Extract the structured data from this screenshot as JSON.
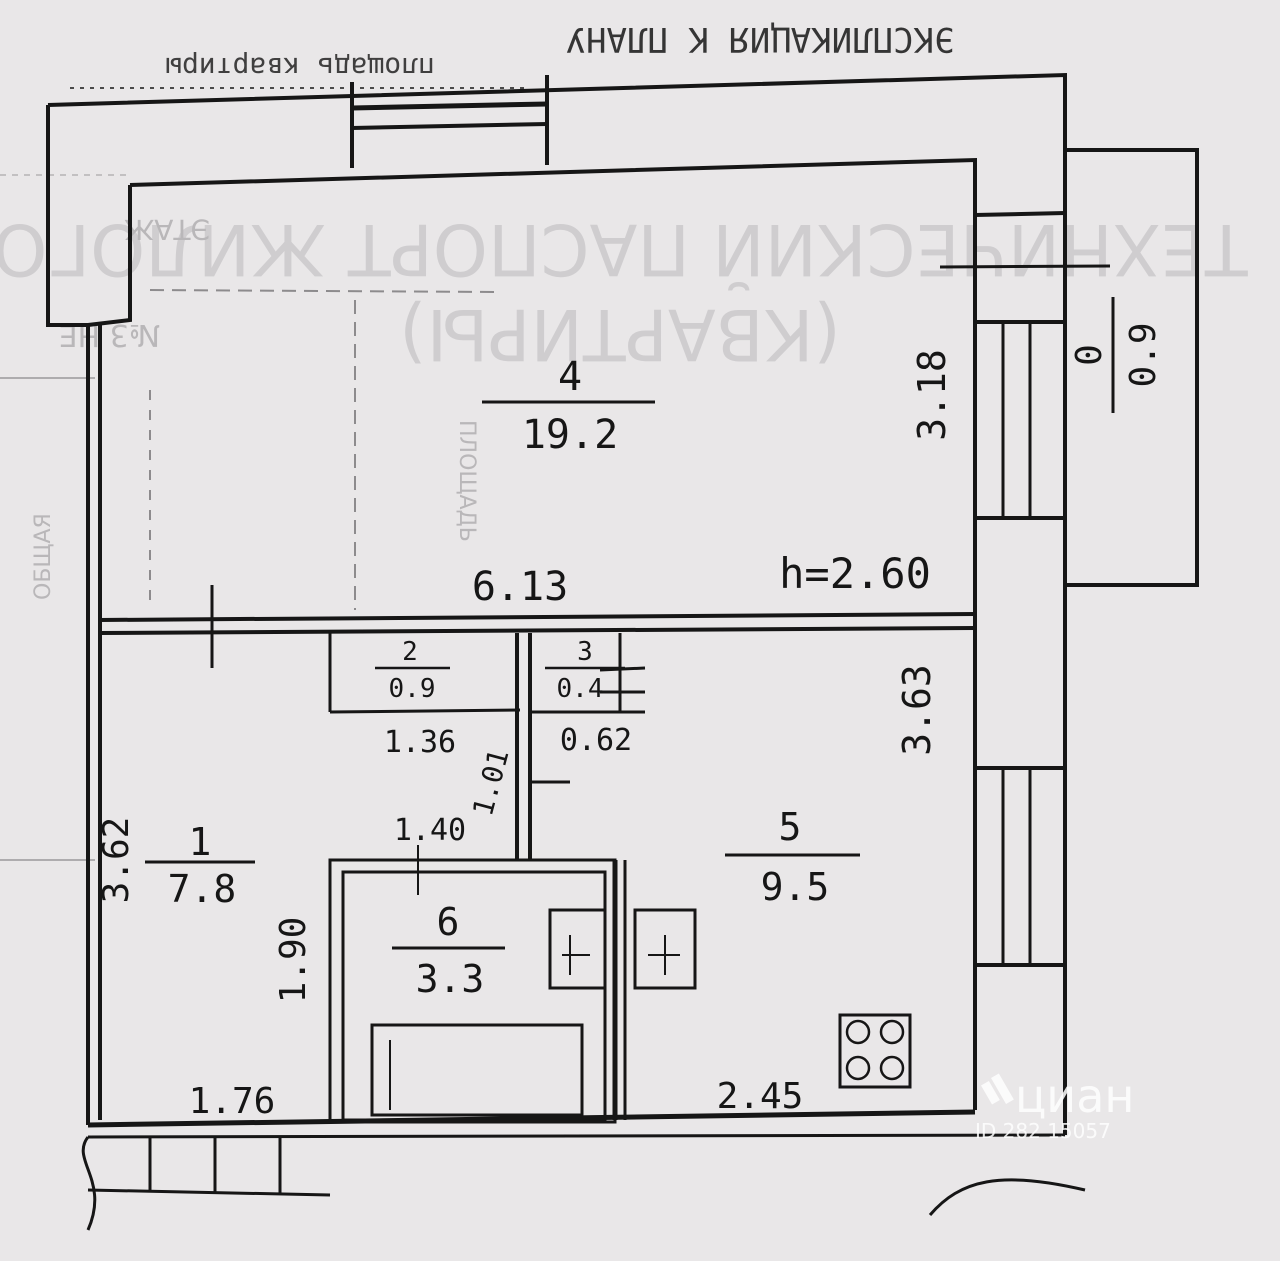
{
  "header": {
    "scrap_top": "ЭКСПЛИКАЦИЯ К ПЛАНУ",
    "scrap_top_left": "площадь квартиры"
  },
  "rooms": [
    {
      "id": "4",
      "number": "4",
      "area": "19.2"
    },
    {
      "id": "1",
      "number": "1",
      "area": "7.8"
    },
    {
      "id": "5",
      "number": "5",
      "area": "9.5"
    },
    {
      "id": "6",
      "number": "6",
      "area": "3.3"
    },
    {
      "id": "2",
      "number": "2",
      "area": "0.9"
    },
    {
      "id": "3",
      "number": "3",
      "area": "0.4"
    },
    {
      "id": "balcony",
      "number": "0",
      "area": "0.9"
    }
  ],
  "dimensions": {
    "d_613": "6.13",
    "d_318": "3.18",
    "d_363": "3.63",
    "d_362": "3.62",
    "d_190": "1.90",
    "d_176": "1.76",
    "d_245": "2.45",
    "d_136": "1.36",
    "d_062": "0.62",
    "d_140": "1.40",
    "d_101": "1.01",
    "height": "h=2.60"
  },
  "ghost_text": {
    "line1": "ТЕХНИЧЕСКИЙ ПАСПОРТ ЖИЛОГО",
    "line2": "(КВАРТИРЫ)"
  },
  "faint_labels": {
    "room_num": "№3 НЕ",
    "etazh": "ЭТАЖ",
    "vert1": "ОБЩАЯ",
    "vert2": "ПЛОЩАДЬ"
  },
  "watermark": {
    "brand": "циан",
    "id": "ID 282 15057"
  },
  "colors": {
    "ink": "#161616",
    "paper": "#e9e7e8",
    "faint": "#b9b7b9"
  }
}
